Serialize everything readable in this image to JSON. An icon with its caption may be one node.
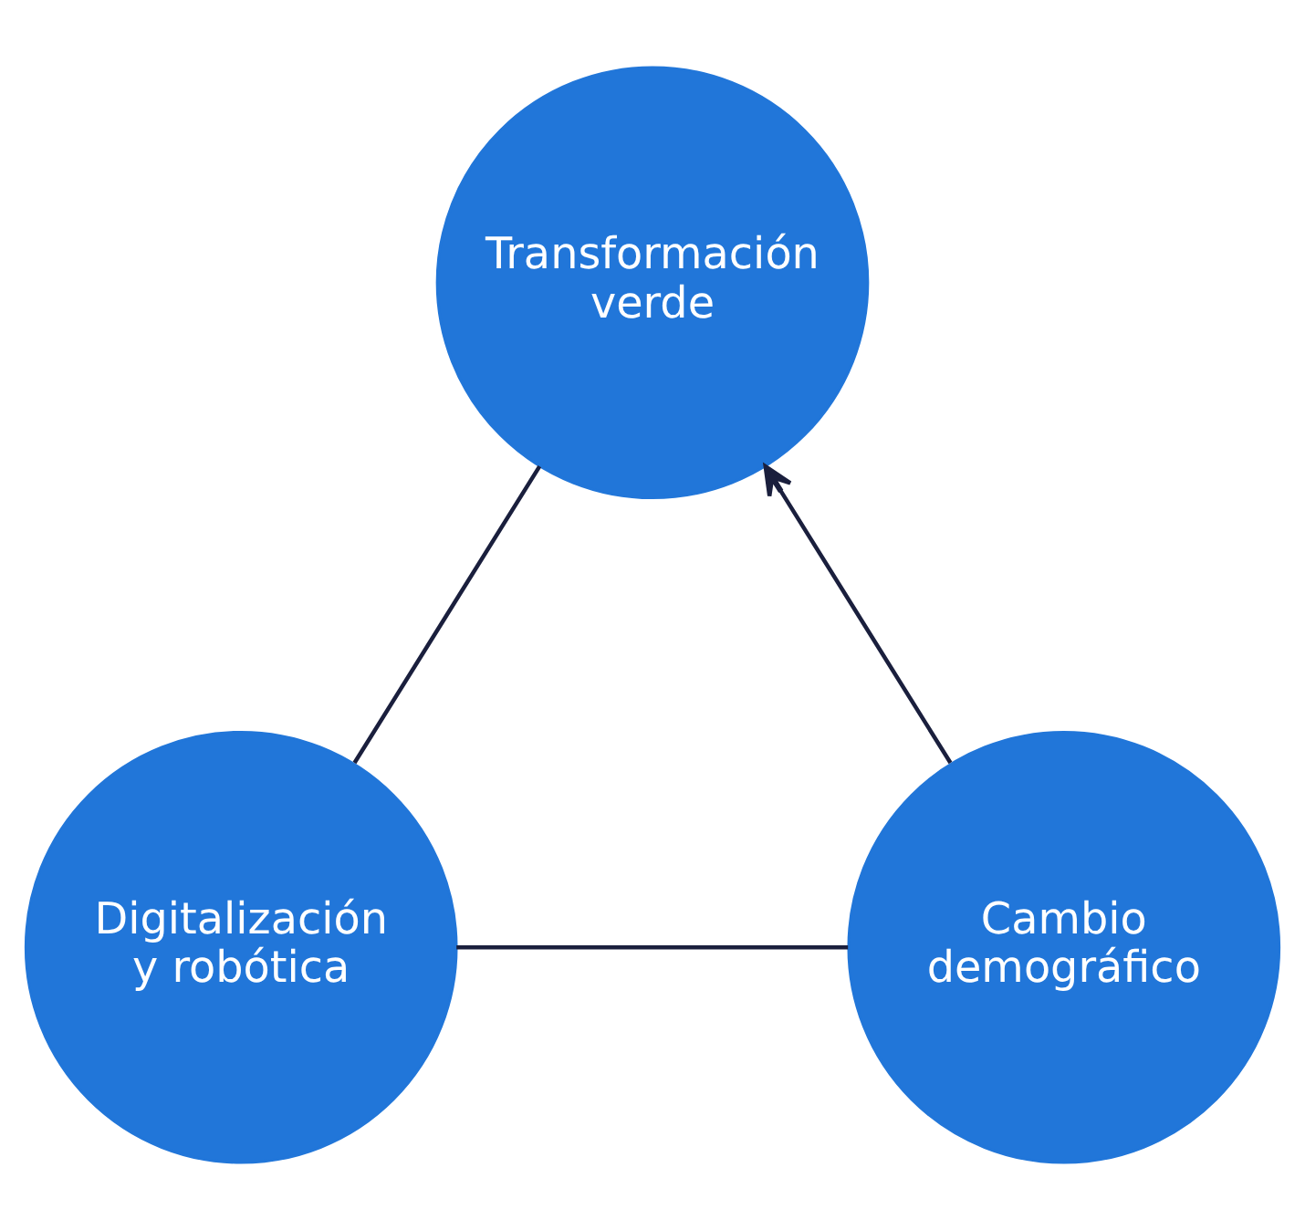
{
  "diagram": {
    "nodes": [
      {
        "text": [
          "Transformación verde"
        ]
      },
      {
        "text": [
          "Digitalización y robótica"
        ]
      },
      {
        "text": [
          "Cambio demográfico"
        ]
      }
    ],
    "edges": [
      {
        "from": 0,
        "to": 1,
        "arrow": "none"
      },
      {
        "from": 1,
        "to": 2,
        "arrow": "none"
      },
      {
        "from": 2,
        "to": 0,
        "arrow": "to"
      }
    ]
  }
}
